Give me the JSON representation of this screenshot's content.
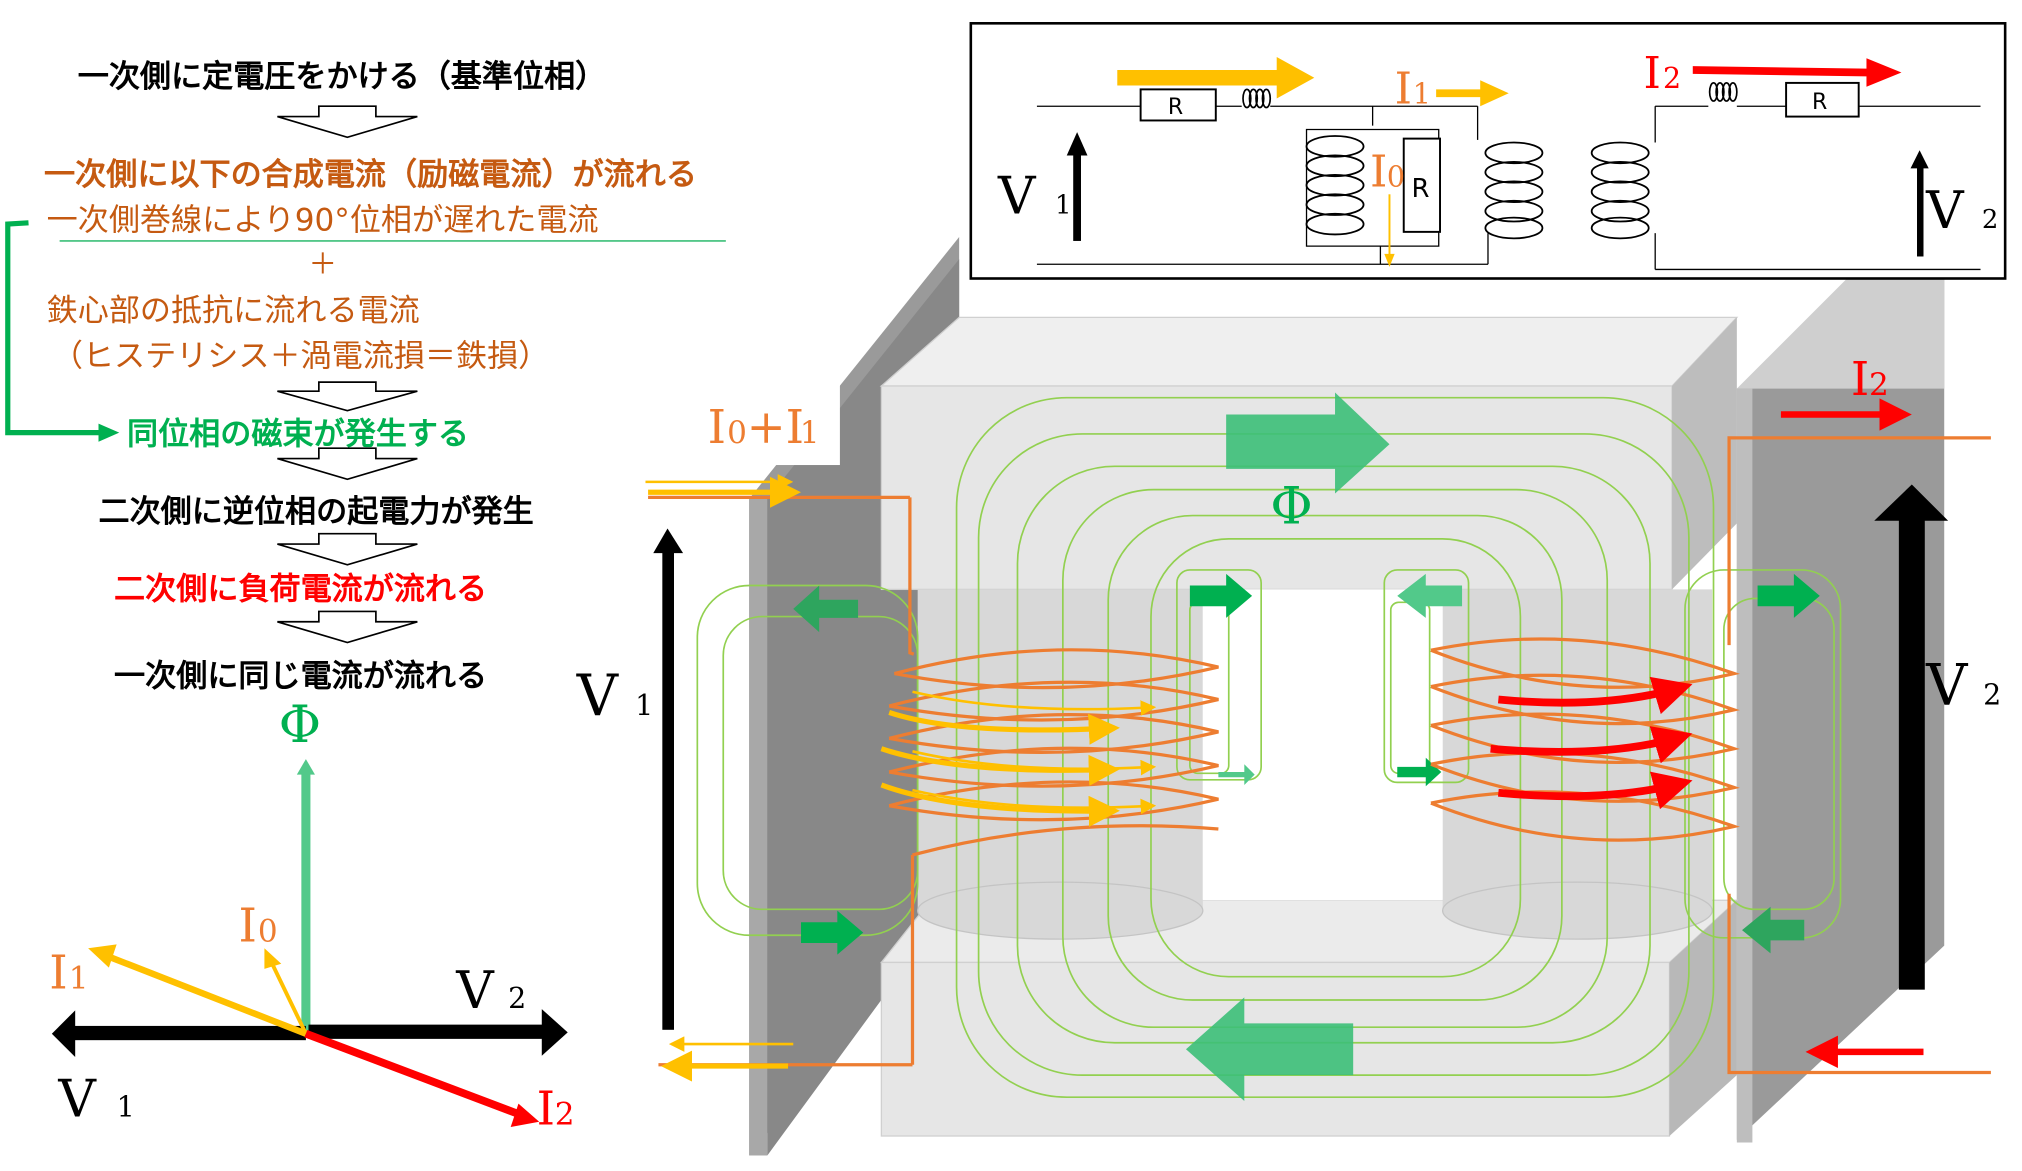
{
  "flow": {
    "step1": "一次側に定電圧をかける（基準位相）",
    "step2": "一次側に以下の合成電流（励磁電流）が流れる",
    "step2_sub1": "一次側巻線により90°位相が遅れた電流",
    "plus": "＋",
    "step2_sub2": "鉄心部の抵抗に流れる電流",
    "step2_sub3": "（ヒステリシス＋渦電流損＝鉄損）",
    "step3": "同位相の磁束が発生する",
    "step4": "二次側に逆位相の起電力が発生",
    "step5": "二次側に負荷電流が流れる",
    "step6": "一次側に同じ電流が流れる"
  },
  "phasor": {
    "phi": "Φ",
    "i0": "I",
    "i0_sub": "0",
    "i1": "I",
    "i1_sub": "1",
    "i2": "I",
    "i2_sub": "2",
    "v1": "V",
    "v1_sub": "1",
    "v2": "V",
    "v2_sub": "2"
  },
  "circuit": {
    "r_primary": "R",
    "r_core": "R",
    "r_secondary": "R",
    "i1": "I",
    "i1_sub": "1",
    "i0": "I",
    "i0_sub": "0",
    "i2": "I",
    "i2_sub": "2",
    "v1": "V",
    "v1_sub": "1",
    "v2": "V",
    "v2_sub": "2"
  },
  "transformer": {
    "primary_current": "I",
    "primary_current_sub0": "0",
    "primary_current_plus": "+I",
    "primary_current_sub1": "1",
    "flux": "Φ",
    "v1": "V",
    "v1_sub": "1",
    "v2": "V",
    "v2_sub": "2",
    "i2": "I",
    "i2_sub": "2"
  },
  "colors": {
    "black": "#000000",
    "orange_text": "#C55A11",
    "orange_coil": "#ED7D31",
    "yellow": "#FFC000",
    "green": "#00B050",
    "green_flux": "#3CBF78",
    "green_line": "#92D050",
    "red": "#FF0000",
    "plate": "#888888",
    "core": "#E6E6E6"
  }
}
